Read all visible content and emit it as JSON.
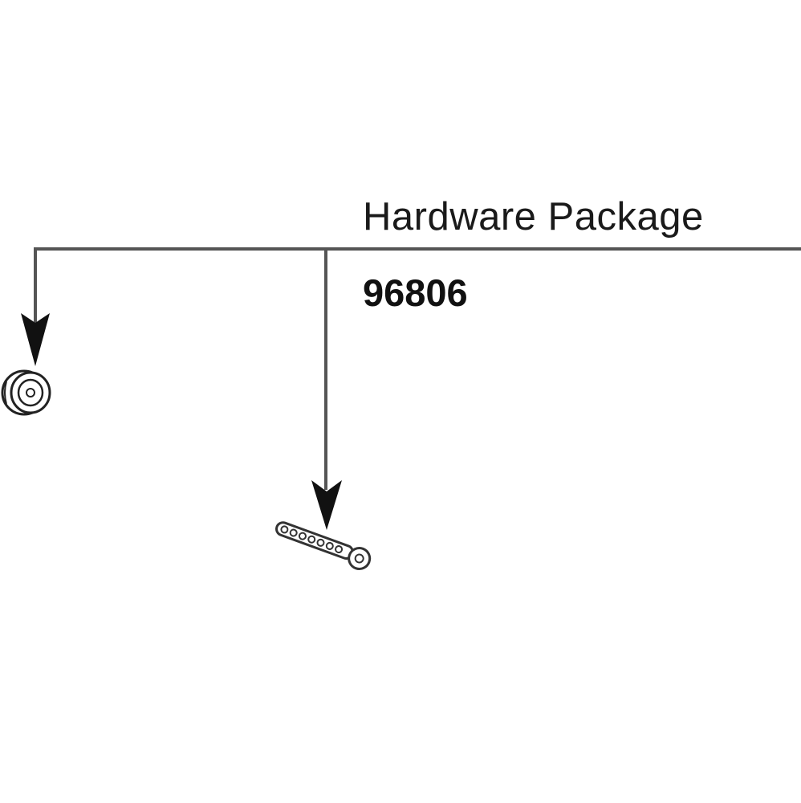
{
  "diagram": {
    "title": "Hardware Package",
    "part_number": "96806",
    "components": [
      {
        "name": "washer",
        "icon": "washer-icon"
      },
      {
        "name": "screw",
        "icon": "screw-icon"
      }
    ],
    "colors": {
      "line": "#555555",
      "arrow": "#111111",
      "text": "#1a1a1a",
      "background": "#ffffff"
    }
  }
}
